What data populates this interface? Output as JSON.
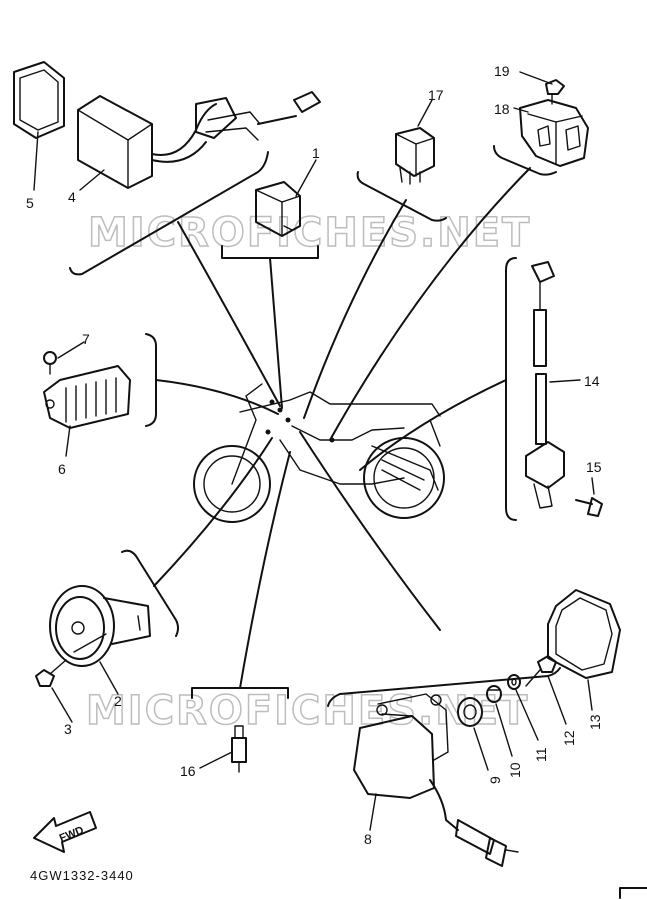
{
  "watermark": "MICROFICHES.NET",
  "part_number": "4GW1332-3440",
  "fwd_label": "FWD",
  "callouts": {
    "c1": "1",
    "c2": "2",
    "c3": "3",
    "c4": "4",
    "c5": "5",
    "c6": "6",
    "c7": "7",
    "c8": "8",
    "c9": "9",
    "c10": "10",
    "c11": "11",
    "c12": "12",
    "c13": "13",
    "c14": "14",
    "c15": "15",
    "c16": "16",
    "c17": "17",
    "c18": "18",
    "c19": "19"
  }
}
